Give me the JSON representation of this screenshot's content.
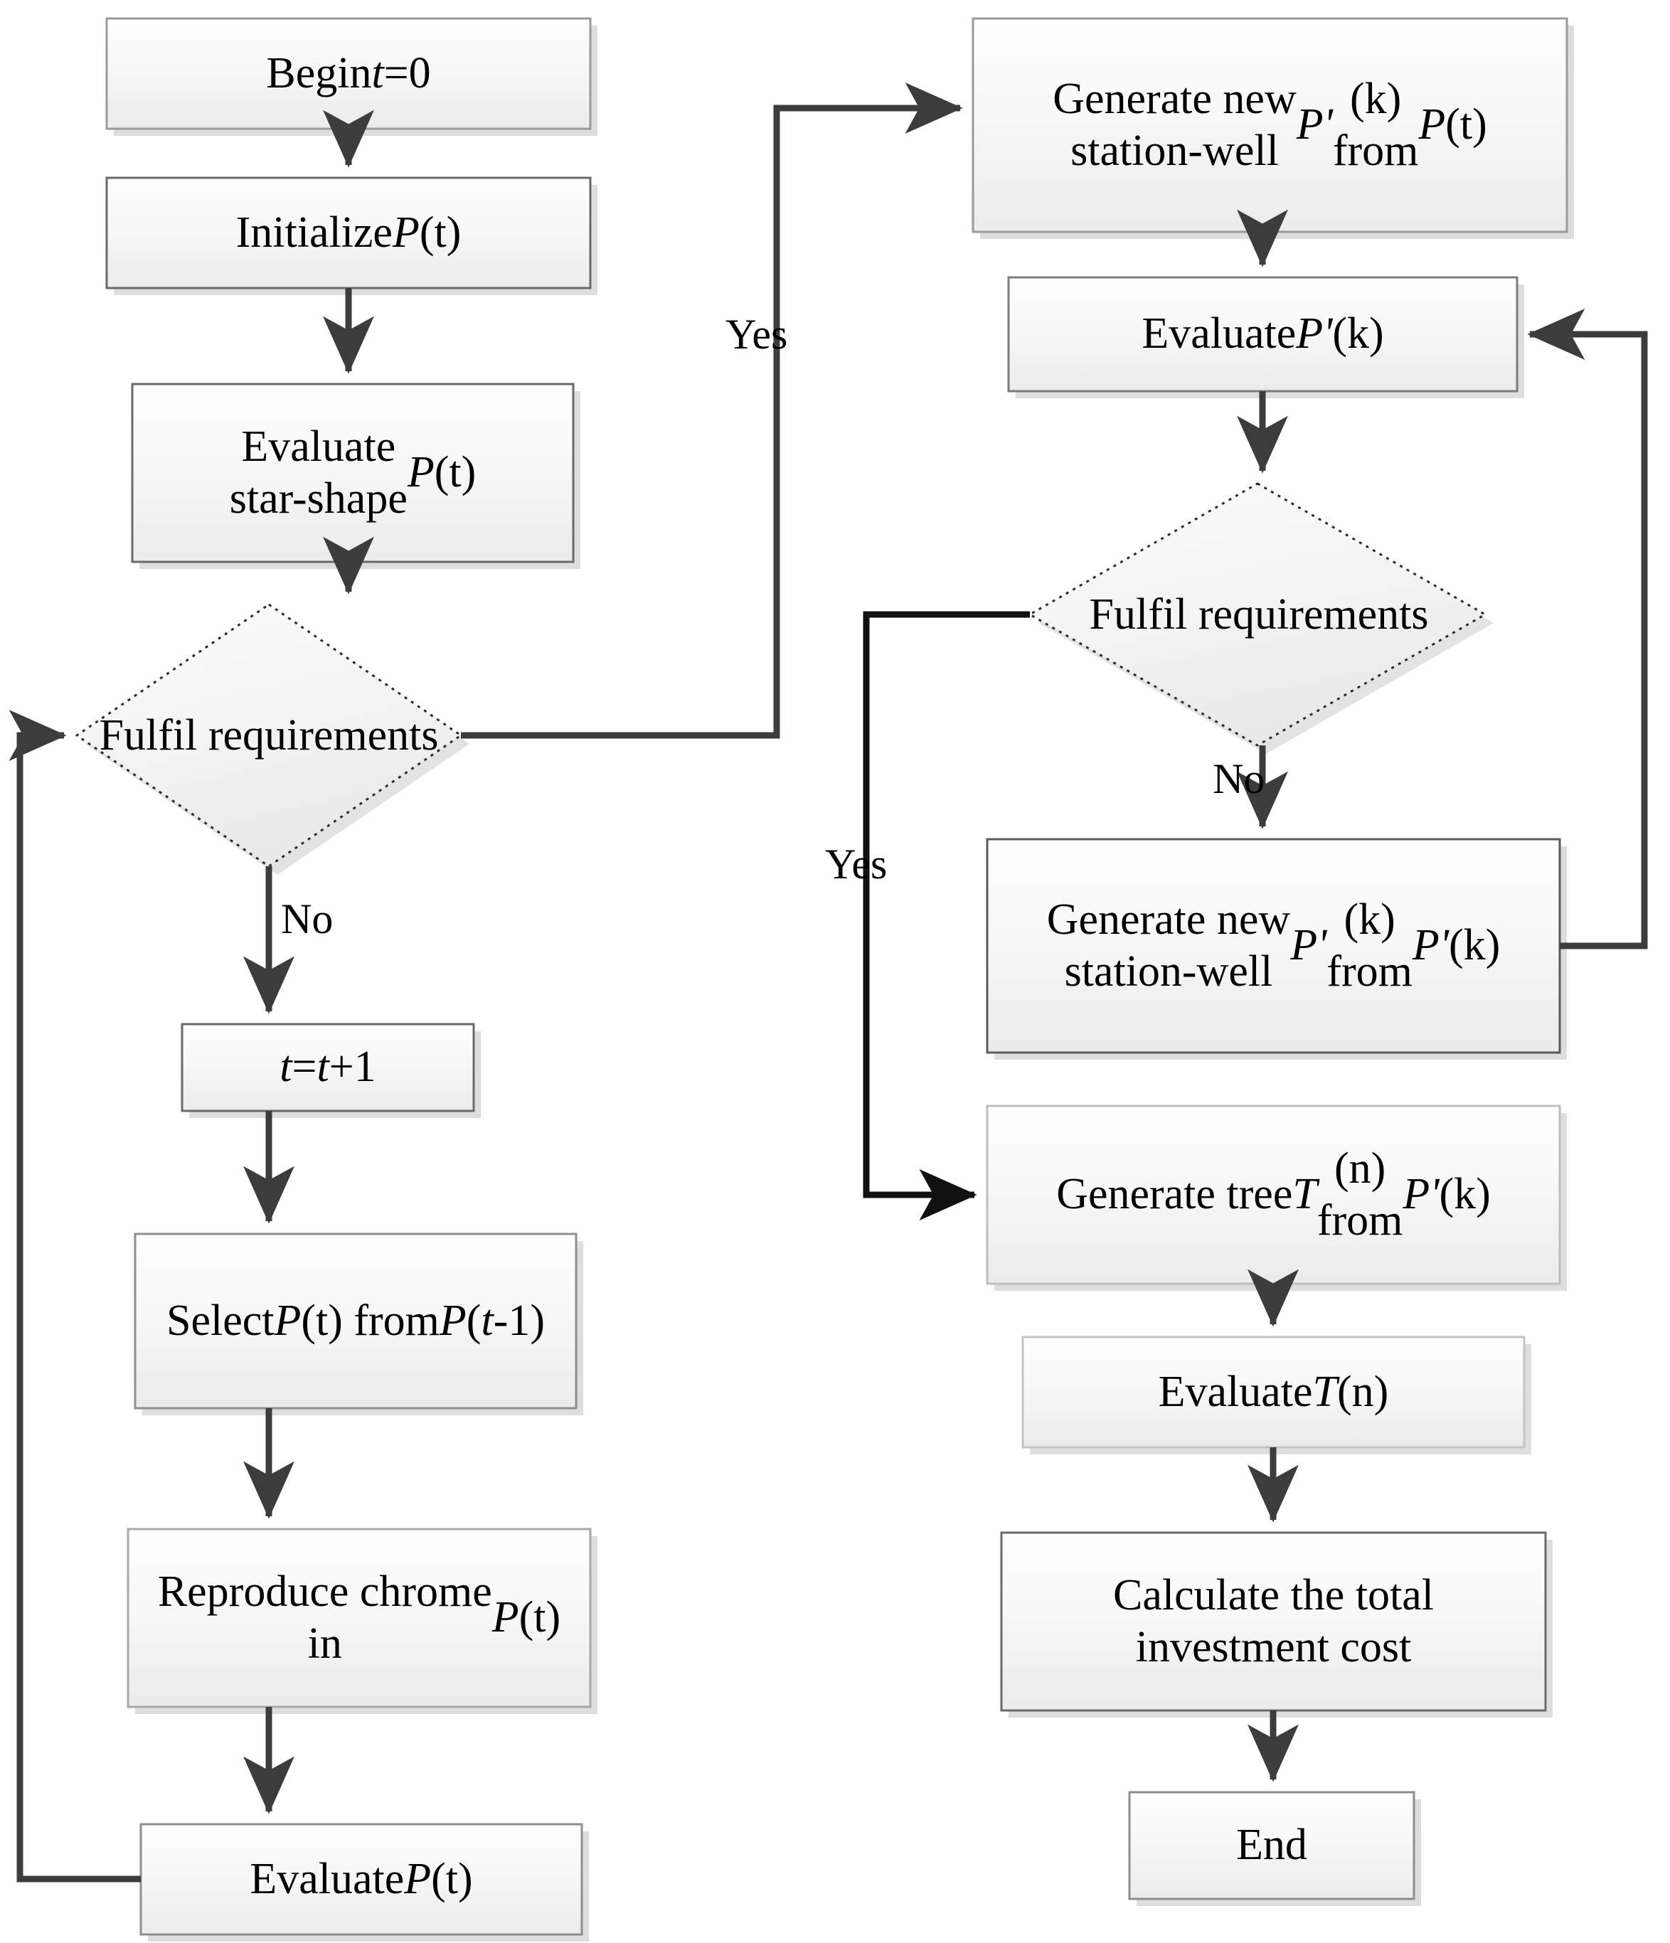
{
  "diagram": {
    "type": "flowchart",
    "title": "Hybrid genetic algorithm flowchart for station-well layout and tree generation",
    "colors": {
      "node_fill_top": "#fdfdfd",
      "node_fill_bottom": "#ededed",
      "node_border": "#5a5a5a",
      "node_border_light": "#b4b4b4",
      "shadow": "#d9d9d9",
      "connector": "#3c3c3c",
      "text": "#000000",
      "background": "#ffffff"
    },
    "nodes": [
      {
        "id": "begin",
        "shape": "process",
        "line1": "Begin ",
        "line1_italic": "t",
        "line1_tail": "=0"
      },
      {
        "id": "init",
        "shape": "process",
        "line1": "Initialize ",
        "line1_italic": "P",
        "line1_tail": "(t)"
      },
      {
        "id": "eval_star",
        "shape": "process",
        "line1": "Evaluate",
        "line2": "star-shape P(t)"
      },
      {
        "id": "fulfil_left",
        "shape": "decision",
        "line1": "Fulfil requirements"
      },
      {
        "id": "t_inc",
        "shape": "process",
        "line1": "t = t+1"
      },
      {
        "id": "select",
        "shape": "process",
        "line1": "Select P(t) from",
        "line2": "P(t-1)"
      },
      {
        "id": "reproduce",
        "shape": "process",
        "line1": "Reproduce chrome",
        "line2": "in P(t)"
      },
      {
        "id": "eval_pt",
        "shape": "process",
        "line1": "Evaluate P(t)"
      },
      {
        "id": "gen_from_pt",
        "shape": "process",
        "line1": "Generate new",
        "line2": "station-well P'(k)",
        "line3": "from P(t)"
      },
      {
        "id": "eval_pk",
        "shape": "process",
        "line1": "Evaluate P'(k)"
      },
      {
        "id": "fulfil_right",
        "shape": "decision",
        "line1": "Fulfil requirements"
      },
      {
        "id": "gen_from_pk",
        "shape": "process",
        "line1": "Generate new",
        "line2": "station-well P'(k)",
        "line3": "from P'(k)"
      },
      {
        "id": "gen_tree",
        "shape": "process",
        "line1": "Generate tree T(n)",
        "line2": "from P'(k)"
      },
      {
        "id": "eval_tn",
        "shape": "process",
        "line1": "Evaluate T(n)"
      },
      {
        "id": "calc_cost",
        "shape": "process",
        "line1": "Calculate the total",
        "line2": "investment cost"
      },
      {
        "id": "end",
        "shape": "process",
        "line1": "End"
      }
    ],
    "labels": {
      "begin": "Begin t=0",
      "init": "Initialize P(t)",
      "eval_star": "Evaluate\nstar-shape P(t)",
      "fulfil_left": "Fulfil requirements",
      "t_inc": "t = t+1",
      "select": "Select P(t) from\nP(t-1)",
      "reproduce": "Reproduce chrome\nin P(t)",
      "eval_pt": "Evaluate P(t)",
      "gen_from_pt": "Generate new\nstation-well P'(k)\nfrom P(t)",
      "eval_pk": "Evaluate P'(k)",
      "fulfil_right": "Fulfil requirements",
      "gen_from_pk": "Generate new\nstation-well P'(k)\nfrom P'(k)",
      "gen_tree": "Generate tree T(n)\nfrom P'(k)",
      "eval_tn": "Evaluate T(n)",
      "calc_cost": "Calculate the total\ninvestment cost",
      "end": "End"
    },
    "edge_labels": {
      "left_yes": "Yes",
      "left_no": "No",
      "right_yes": "Yes",
      "right_no": "No"
    },
    "edges": [
      {
        "from": "begin",
        "to": "init",
        "label": ""
      },
      {
        "from": "init",
        "to": "eval_star",
        "label": ""
      },
      {
        "from": "eval_star",
        "to": "fulfil_left",
        "label": ""
      },
      {
        "from": "fulfil_left",
        "to": "gen_from_pt",
        "label": "Yes"
      },
      {
        "from": "fulfil_left",
        "to": "t_inc",
        "label": "No"
      },
      {
        "from": "t_inc",
        "to": "select",
        "label": ""
      },
      {
        "from": "select",
        "to": "reproduce",
        "label": ""
      },
      {
        "from": "reproduce",
        "to": "eval_pt",
        "label": ""
      },
      {
        "from": "eval_pt",
        "to": "fulfil_left",
        "label": ""
      },
      {
        "from": "gen_from_pt",
        "to": "eval_pk",
        "label": ""
      },
      {
        "from": "eval_pk",
        "to": "fulfil_right",
        "label": ""
      },
      {
        "from": "fulfil_right",
        "to": "gen_from_pk",
        "label": "No"
      },
      {
        "from": "fulfil_right",
        "to": "gen_tree",
        "label": "Yes"
      },
      {
        "from": "gen_from_pk",
        "to": "eval_pk",
        "label": ""
      },
      {
        "from": "gen_tree",
        "to": "eval_tn",
        "label": ""
      },
      {
        "from": "eval_tn",
        "to": "calc_cost",
        "label": ""
      },
      {
        "from": "calc_cost",
        "to": "end",
        "label": ""
      }
    ]
  }
}
